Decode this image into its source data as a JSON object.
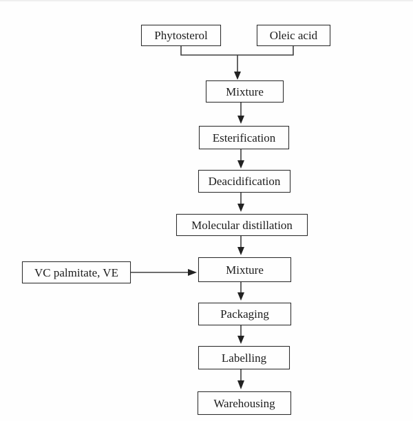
{
  "diagram": {
    "type": "flowchart",
    "description": "Production process flow diagram",
    "nodes": {
      "phytosterol": {
        "label": "Phytosterol"
      },
      "oleic_acid": {
        "label": "Oleic acid"
      },
      "mixture1": {
        "label": "Mixture"
      },
      "esterification": {
        "label": "Esterification"
      },
      "deacidification": {
        "label": "Deacidification"
      },
      "molecular_distillation": {
        "label": "Molecular distillation"
      },
      "vc_palmitate": {
        "label": "VC palmitate, VE"
      },
      "mixture2": {
        "label": "Mixture"
      },
      "packaging": {
        "label": "Packaging"
      },
      "labelling": {
        "label": "Labelling"
      },
      "warehousing": {
        "label": "Warehousing"
      }
    },
    "edges": [
      {
        "from": "Phytosterol",
        "to": "Mixture"
      },
      {
        "from": "Oleic acid",
        "to": "Mixture"
      },
      {
        "from": "Mixture",
        "to": "Esterification"
      },
      {
        "from": "Esterification",
        "to": "Deacidification"
      },
      {
        "from": "Deacidification",
        "to": "Molecular distillation"
      },
      {
        "from": "Molecular distillation",
        "to": "Mixture"
      },
      {
        "from": "VC palmitate, VE",
        "to": "Mixture"
      },
      {
        "from": "Mixture",
        "to": "Packaging"
      },
      {
        "from": "Packaging",
        "to": "Labelling"
      },
      {
        "from": "Labelling",
        "to": "Warehousing"
      }
    ],
    "colors": {
      "background": "#fefefe",
      "box_border": "#2b2b2b",
      "box_fill": "#fefefe",
      "line": "#3d3d3d",
      "arrowhead": "#222222",
      "text": "#1c1c1c"
    }
  }
}
